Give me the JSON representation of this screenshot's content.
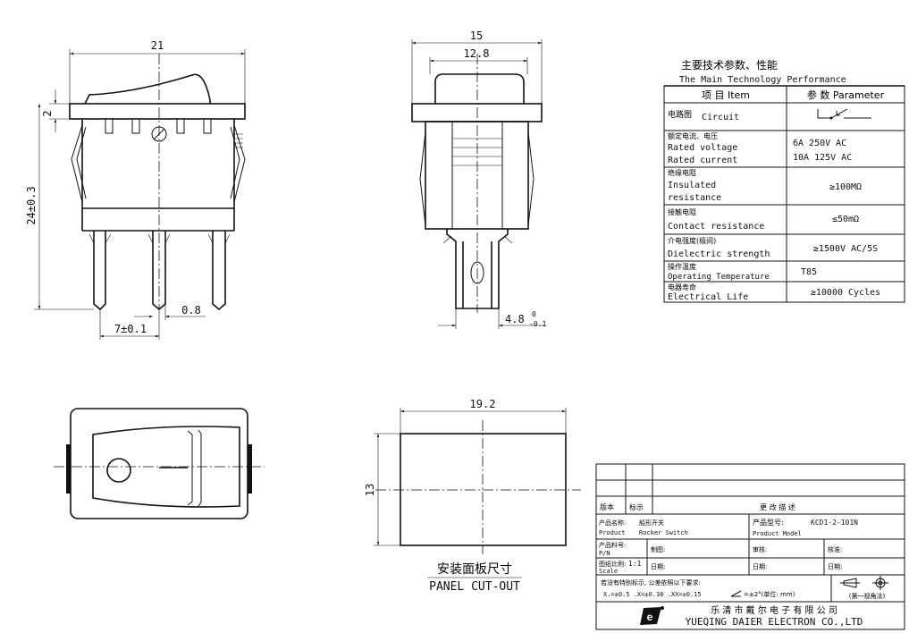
{
  "dimensions": {
    "side_width": "21",
    "side_top": "2",
    "side_height": "24±0.3",
    "side_pitch": "7±0.1",
    "side_pin": "0.8",
    "front_width": "15",
    "front_rocker": "12.8",
    "front_tab_main": "4.8",
    "front_tab_tol_top": "0",
    "front_tab_tol_bottom": "-0.1",
    "cutout_width": "19.2",
    "cutout_height": "13"
  },
  "cutout_caption": {
    "cn": "安装面板尺寸",
    "en": "PANEL CUT-OUT"
  },
  "spec_table": {
    "title_cn": "主要技术参数、性能",
    "title_en": "The Main Technology Performance",
    "header_item": "项 目 Item",
    "header_param": "参 数 Parameter",
    "rows": [
      {
        "cn": "电路图",
        "en": "Circuit",
        "value": ""
      },
      {
        "cn": "额定电流、电压",
        "en": "Rated voltage",
        "en2": "Rated current",
        "value": "6A 250V AC",
        "value2": "10A 125V AC"
      },
      {
        "cn": "绝缘电阻",
        "en": "Insulated",
        "en2": "resistance",
        "value": "≥100MΩ"
      },
      {
        "cn": "接触电阻",
        "en": "Contact resistance",
        "value": "≤50mΩ"
      },
      {
        "cn": "介电强度(极间)",
        "en": "Dielectric strength",
        "value": "≥1500V AC/5S"
      },
      {
        "cn": "操作温度",
        "en": "Operating Temperature",
        "value": "T85"
      },
      {
        "cn": "电器寿命",
        "en": "Electrical Life",
        "value": "≥10000 Cycles"
      }
    ]
  },
  "title_block": {
    "rev_cn": "版本",
    "mark_cn": "标示",
    "change_desc": "更 改 描 述",
    "product_name_label": "产品名称:",
    "product_name_label_en": "Product",
    "product_name_value": "船形开关",
    "product_name_value_en": "Rocker Switch",
    "model_label": "产品型号:",
    "model_label_en": "Product Model",
    "model_value": "KCD1-2-101N",
    "pn_label": "产品料号:",
    "pn_label_en": "P/N",
    "drawn": "制图:",
    "checked": "审核:",
    "approved": "核准:",
    "scale_label": "图纸比例:",
    "scale_label_en": "Scale",
    "scale_value": "1:1",
    "date1": "日期:",
    "date2": "日期:",
    "date3": "日期:",
    "tolerance_note": "若没有特别标示, 公差依照以下要求:",
    "tolerance_values": "X.=±0.5  .X=±0.30  .XX=±0.15",
    "angle_tol": "=±2°(单位: mm)",
    "projection": "(第一视角法)",
    "company_cn": "乐 清 市 戴 尔 电 子 有 限 公 司",
    "company_en": "YUEQING DAIER ELECTRON CO.,LTD"
  }
}
